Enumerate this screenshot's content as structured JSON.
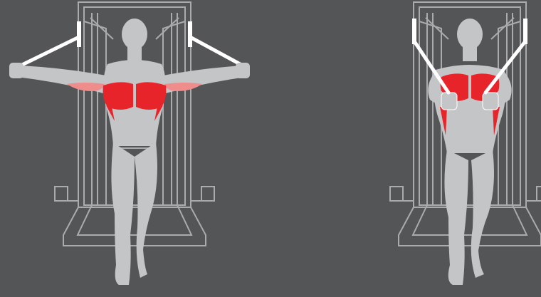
{
  "colors": {
    "background": "#545557",
    "machine_outline": "#a9abad",
    "body": "#c4c5c7",
    "body_shadow": "#b4b5b7",
    "muscle_primary": "#e8242b",
    "muscle_secondary": "#ef8d8d",
    "cable": "#ffffff"
  },
  "panels": [
    {
      "pose": "arms-extended-wide",
      "highlighted_muscles": [
        "chest",
        "front-deltoids"
      ]
    },
    {
      "pose": "hands-together-center",
      "highlighted_muscles": [
        "chest",
        "serratus"
      ]
    }
  ]
}
